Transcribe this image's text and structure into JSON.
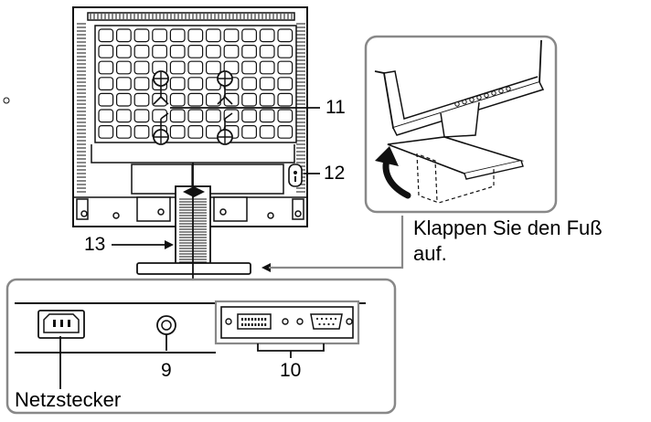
{
  "labels": {
    "callout_9": "9",
    "callout_10": "10",
    "callout_11": "11",
    "callout_12": "12",
    "callout_13": "13",
    "power_plug": "Netzstecker",
    "stand_caption_line1": "Klappen Sie den Fuß",
    "stand_caption_line2": "auf."
  },
  "colors": {
    "line": "#111111",
    "frame": "#888888",
    "panel_fill": "#ffffff",
    "grid_fill": "#ffffff",
    "shade": "#d6d6d6"
  },
  "icons": [
    "power-inlet-icon",
    "audio-jack-icon",
    "dvi-port-icon",
    "vga-port-icon",
    "security-lock-icon",
    "rotate-arrow-icon"
  ]
}
